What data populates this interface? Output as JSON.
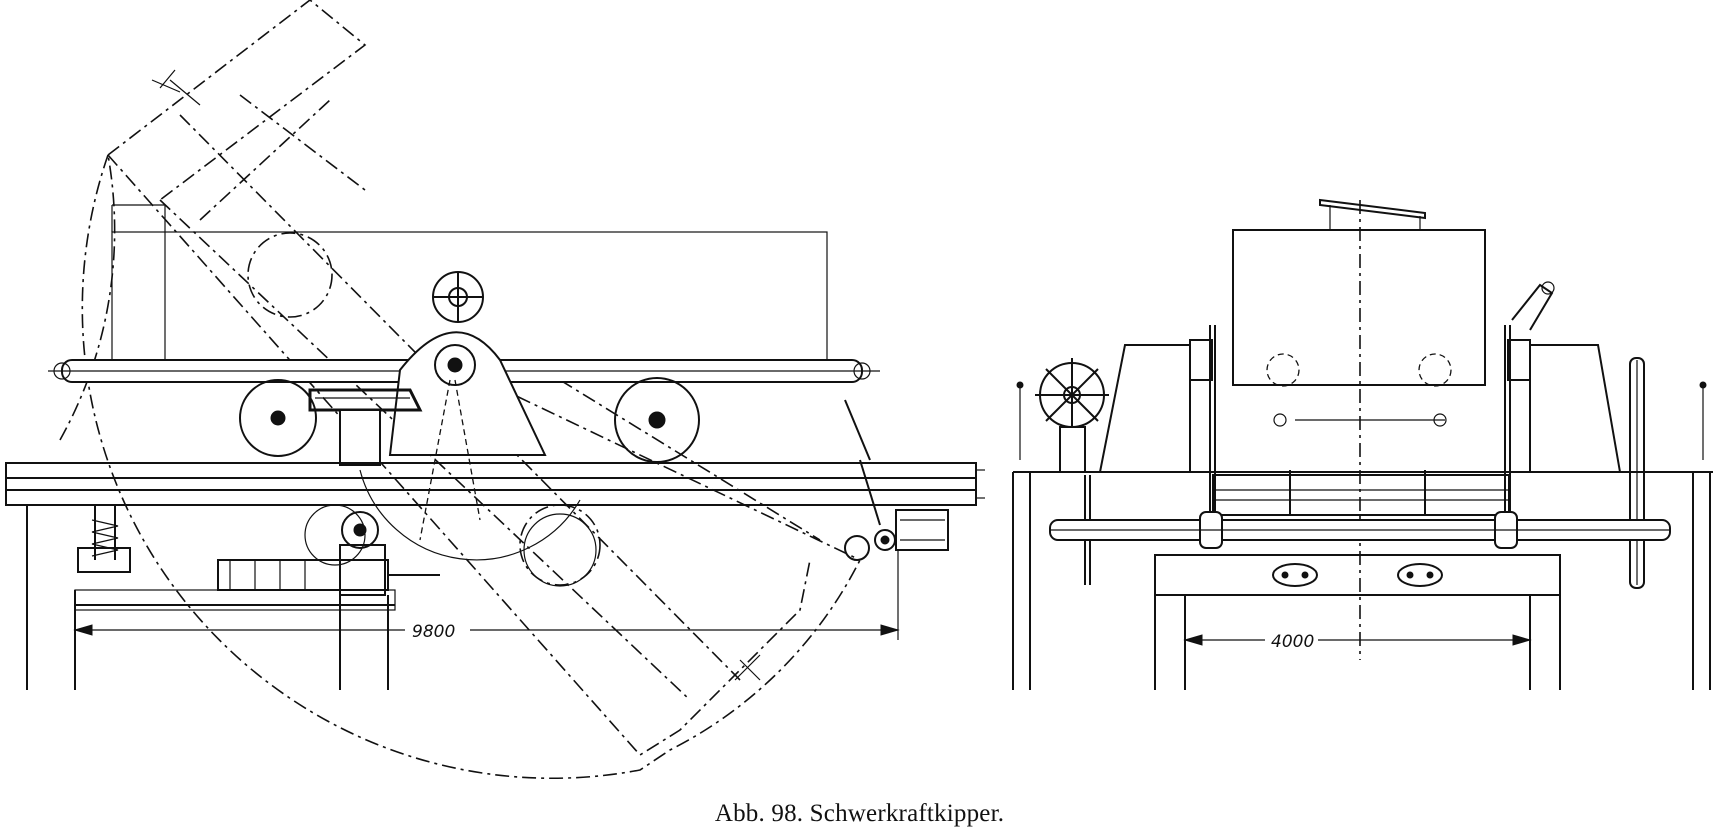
{
  "figure": {
    "caption": "Abb. 98. Schwerkraftkipper.",
    "dimensions": {
      "side_view_span": "9800",
      "front_view_span": "4000"
    }
  }
}
